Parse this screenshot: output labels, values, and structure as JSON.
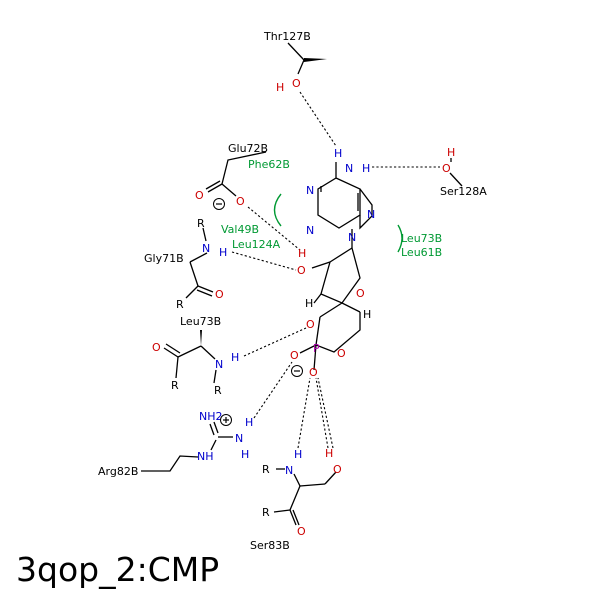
{
  "title": "3qop_2:CMP",
  "residues": {
    "thr127b": "Thr127B",
    "ser128a": "Ser128A",
    "glu72b": "Glu72B",
    "phe62b": "Phe62B",
    "val49b": "Val49B",
    "leu124a": "Leu124A",
    "gly71b": "Gly71B",
    "leu73b_a": "Leu73B",
    "leu61b": "Leu61B",
    "leu73b_b": "Leu73B",
    "arg82b": "Arg82B",
    "ser83b": "Ser83B"
  },
  "atoms": {
    "O": "O",
    "N": "N",
    "H": "H",
    "P": "P",
    "R": "R",
    "NH": "NH",
    "NH2": "NH2"
  },
  "colors": {
    "carbon": "#000000",
    "oxygen": "#cc0000",
    "nitrogen": "#0000cc",
    "phosphorus": "#aa00aa",
    "hydrophobic": "#009933"
  }
}
